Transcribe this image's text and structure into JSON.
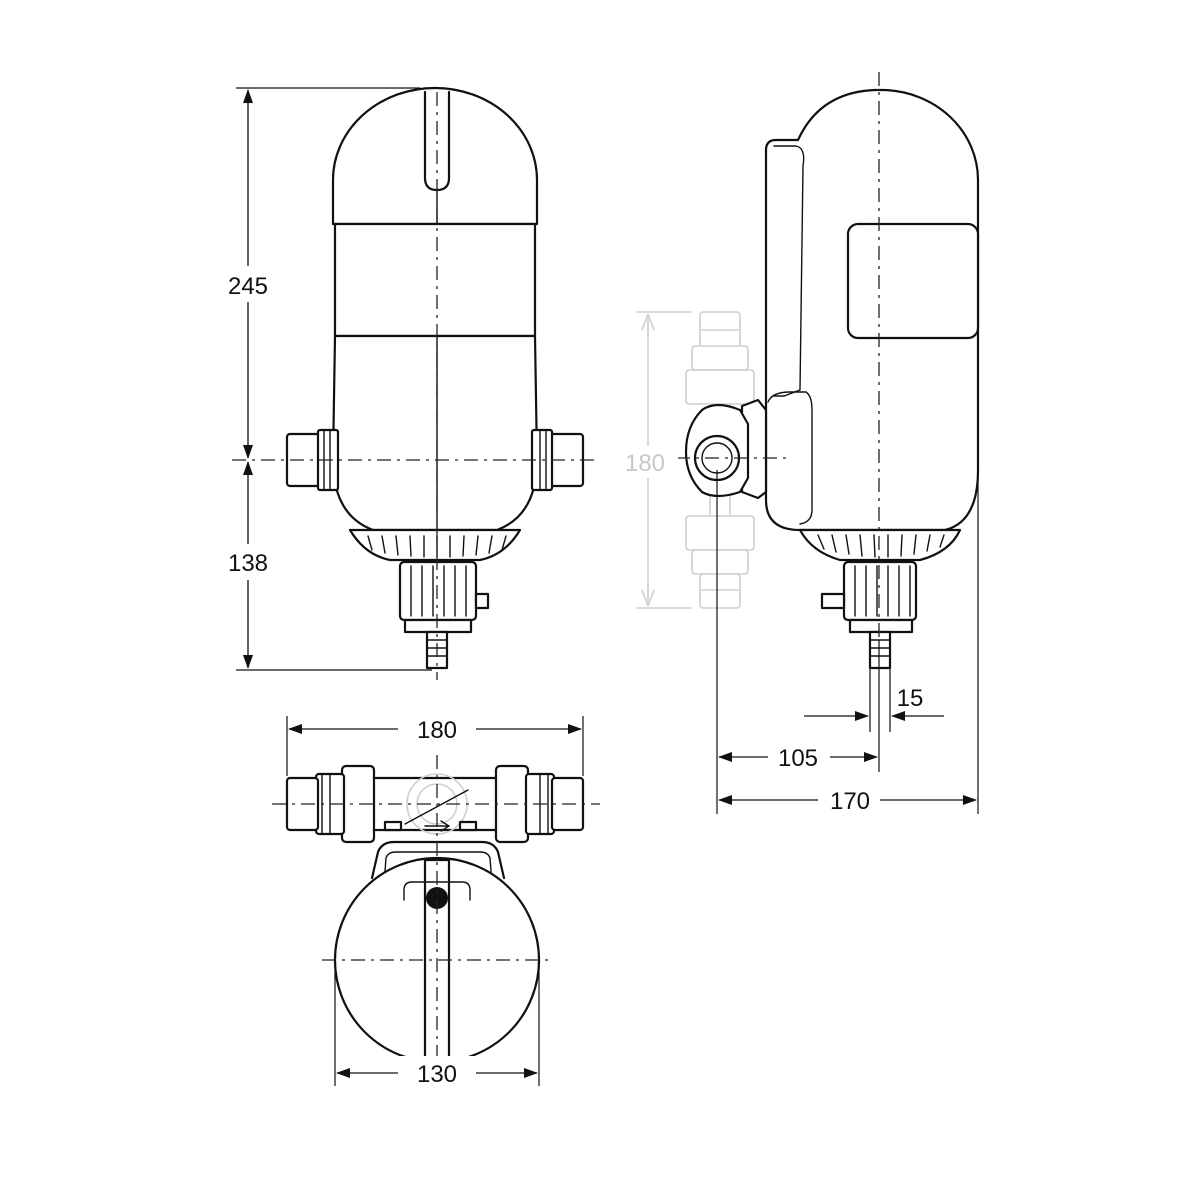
{
  "dimensions": {
    "front_height_upper": "245",
    "front_height_lower": "138",
    "top_width_pipe": "180",
    "top_width_body": "130",
    "side_pipe_faint": "180",
    "side_outlet_width": "15",
    "side_axis_offset": "105",
    "side_total_depth": "170"
  }
}
